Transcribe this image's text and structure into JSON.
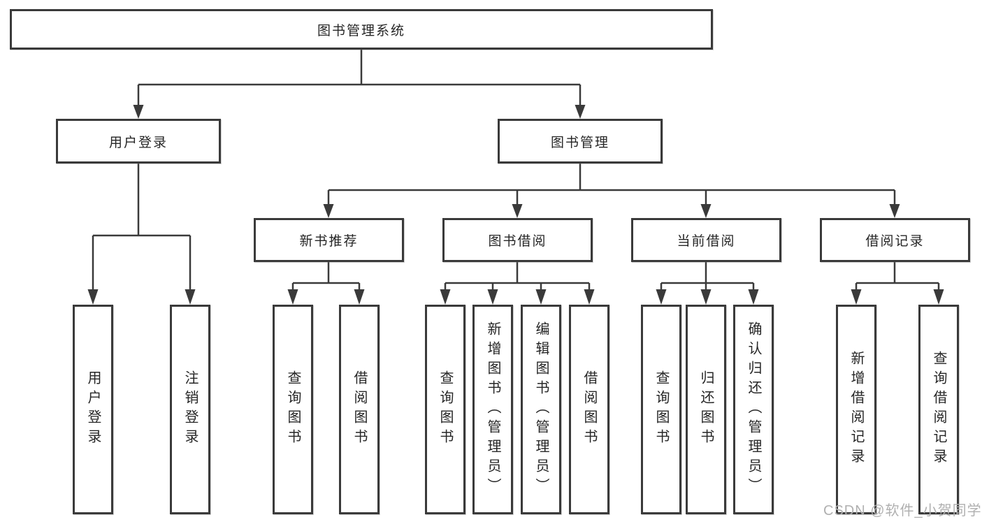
{
  "tree": {
    "root": "图书管理系统",
    "branches": [
      {
        "label": "用户登录",
        "children": [
          "用户登录",
          "注销登录"
        ]
      },
      {
        "label": "图书管理",
        "groups": [
          {
            "label": "新书推荐",
            "children": [
              "查询图书",
              "借阅图书"
            ]
          },
          {
            "label": "图书借阅",
            "children": [
              "查询图书",
              "新增图书（管理员）",
              "编辑图书（管理员）",
              "借阅图书"
            ]
          },
          {
            "label": "当前借阅",
            "children": [
              "查询图书",
              "归还图书",
              "确认归还（管理员）"
            ]
          },
          {
            "label": "借阅记录",
            "children": [
              "新增借阅记录",
              "查询借阅记录"
            ]
          }
        ]
      }
    ]
  },
  "watermark": {
    "text": "CSDN @软件_小贺同学"
  },
  "colors": {
    "line": "#3a3a3a",
    "box_border": "#3a3a3a",
    "text": "#262626",
    "watermark": "#b0b0b0",
    "background": "#ffffff"
  }
}
